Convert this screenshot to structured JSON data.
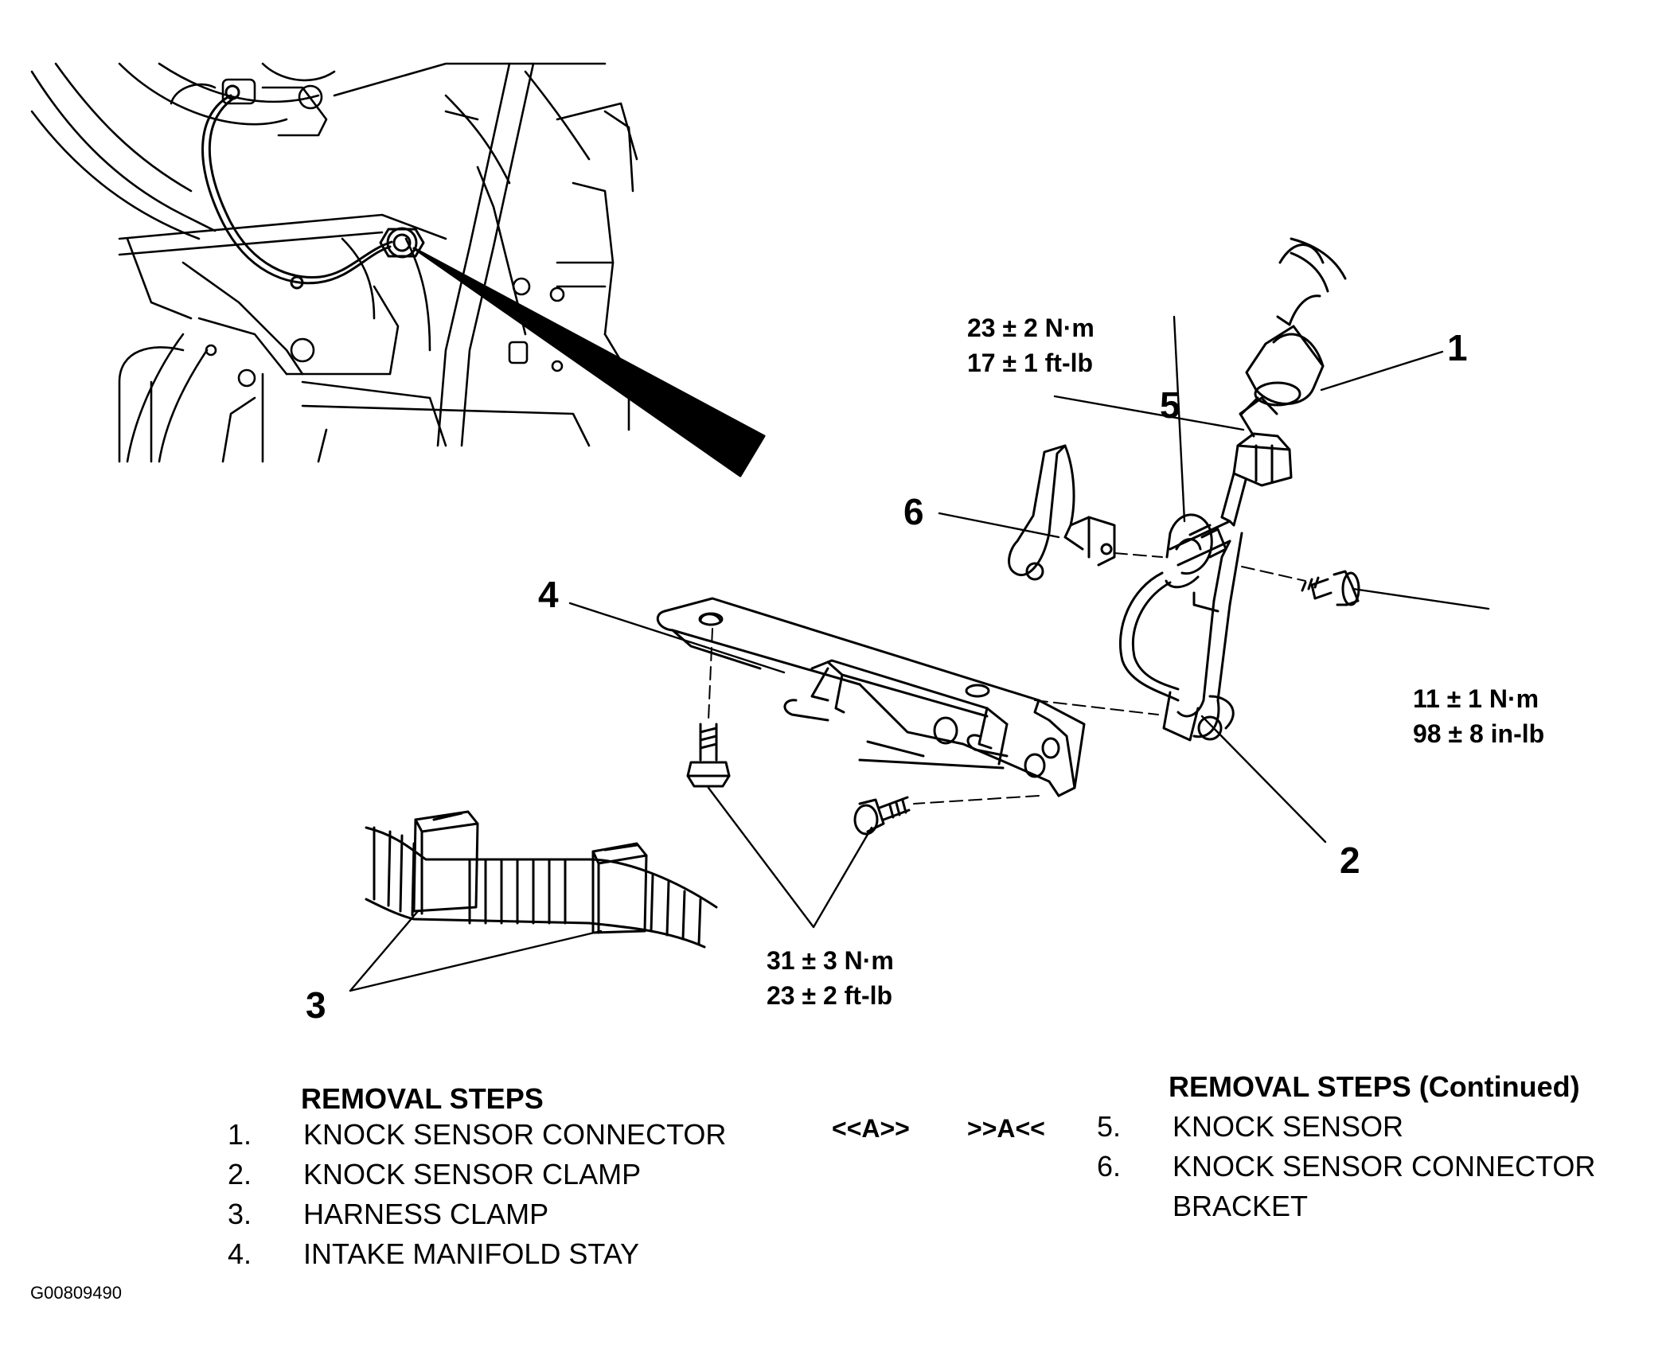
{
  "callouts": {
    "c1": "1",
    "c2": "2",
    "c3": "3",
    "c4": "4",
    "c5": "5",
    "c6": "6"
  },
  "torques": {
    "sensor_nm": "23 ± 2 N·m",
    "sensor_ftlb": "17 ± 1 ft-lb",
    "clamp_nm": "11 ± 1 N·m",
    "clamp_inlb": "98 ± 8 in-lb",
    "stay_nm": "31 ± 3 N·m",
    "stay_ftlb": "23 ± 2 ft-lb"
  },
  "removal_steps": {
    "heading": "REMOVAL STEPS",
    "items": [
      {
        "num": "1.",
        "label": "KNOCK SENSOR CONNECTOR"
      },
      {
        "num": "2.",
        "label": "KNOCK SENSOR CLAMP"
      },
      {
        "num": "3.",
        "label": "HARNESS CLAMP"
      },
      {
        "num": "4.",
        "label": "INTAKE MANIFOLD STAY"
      }
    ]
  },
  "markers": {
    "remove": "<<A>>",
    "install": ">>A<<"
  },
  "removal_steps_continued": {
    "heading": "REMOVAL STEPS (Continued)",
    "items": [
      {
        "num": "5.",
        "label": "KNOCK SENSOR"
      },
      {
        "num": "6.",
        "label": "KNOCK SENSOR CONNECTOR"
      },
      {
        "num": "",
        "label": "BRACKET"
      }
    ]
  },
  "figure_code": "G00809490"
}
